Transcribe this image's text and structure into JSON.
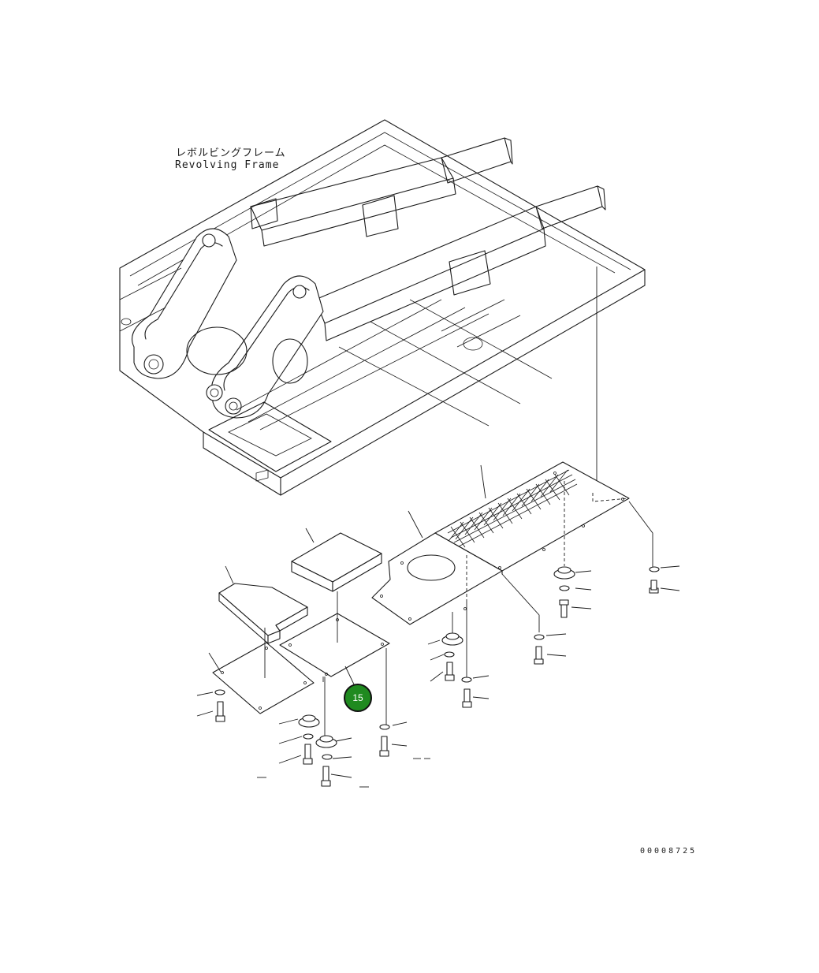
{
  "frame_label": {
    "japanese": "レボルビングフレーム",
    "english": "Revolving Frame"
  },
  "callout": {
    "number": "15",
    "color": "#1f8a1f"
  },
  "drawing_number": "00008725"
}
